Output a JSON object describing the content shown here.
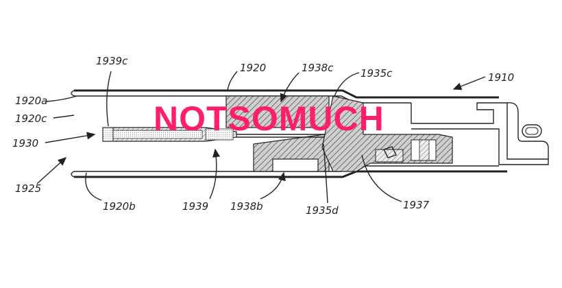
{
  "diagram": {
    "labels": {
      "l1939c": "1939c",
      "l1920": "1920",
      "l1938c": "1938c",
      "l1935c": "1935c",
      "l1910": "1910",
      "l1920a": "1920a",
      "l1920c": "1920c",
      "l1930": "1930",
      "l1925": "1925",
      "l1920b": "1920b",
      "l1939": "1939",
      "l1938b": "1938b",
      "l1935d": "1935d",
      "l1937": "1937"
    },
    "watermark": "NOTSOMUCH",
    "colors": {
      "ink": "#222222",
      "watermark": "#ff1e6a",
      "hatch": "#555555",
      "dots": "#888888"
    }
  }
}
